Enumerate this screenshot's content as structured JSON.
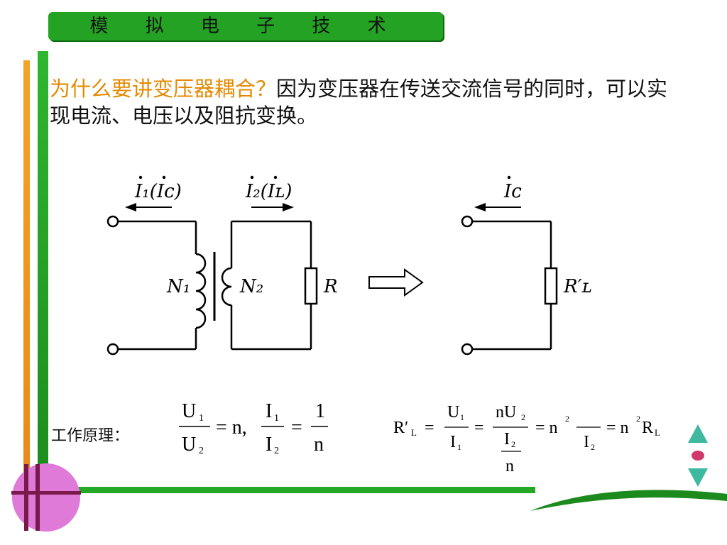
{
  "header": {
    "title": "模 拟 电 子 技 术"
  },
  "intro": {
    "question": "为什么要讲变压器耦合？",
    "answer": "因为变压器在传送交流信号的同时，可以实现电流、电压以及阻抗变换。"
  },
  "working_principle": {
    "label": "工作原理："
  },
  "circuit": {
    "primary_current": "I₁(Iᴄ)",
    "secondary_current": "I₂(Iʟ)",
    "primary_turns": "N₁",
    "secondary_turns": "N₂",
    "load": "R",
    "equiv_current": "Iᴄ",
    "equiv_load": "R′ʟ"
  },
  "formula1": {
    "u1": "U",
    "u1_sub": "1",
    "u2": "U",
    "u2_sub": "2",
    "eq_n": "= n,",
    "i1": "I",
    "i1_sub": "1",
    "i2": "I",
    "i2_sub": "2",
    "eq": "=",
    "one": "1",
    "n": "n"
  },
  "formula2": {
    "rl": "R′",
    "rl_sub": "L",
    "eq": "=",
    "u1": "U",
    "u1_sub": "1",
    "i1": "I",
    "i1_sub": "1",
    "nu2": "nU",
    "nu2_sub": "2",
    "i2": "I",
    "i2_sub": "2",
    "n": "n",
    "eq_n2": "= n",
    "sq": "2",
    "eq_n2b": "= n",
    "rl_final": "R",
    "rl_final_sub": "L"
  },
  "colors": {
    "green": "#24a224",
    "orange": "#e58a00",
    "nav": "#3fb8a0",
    "logo": "#e07ad8"
  }
}
